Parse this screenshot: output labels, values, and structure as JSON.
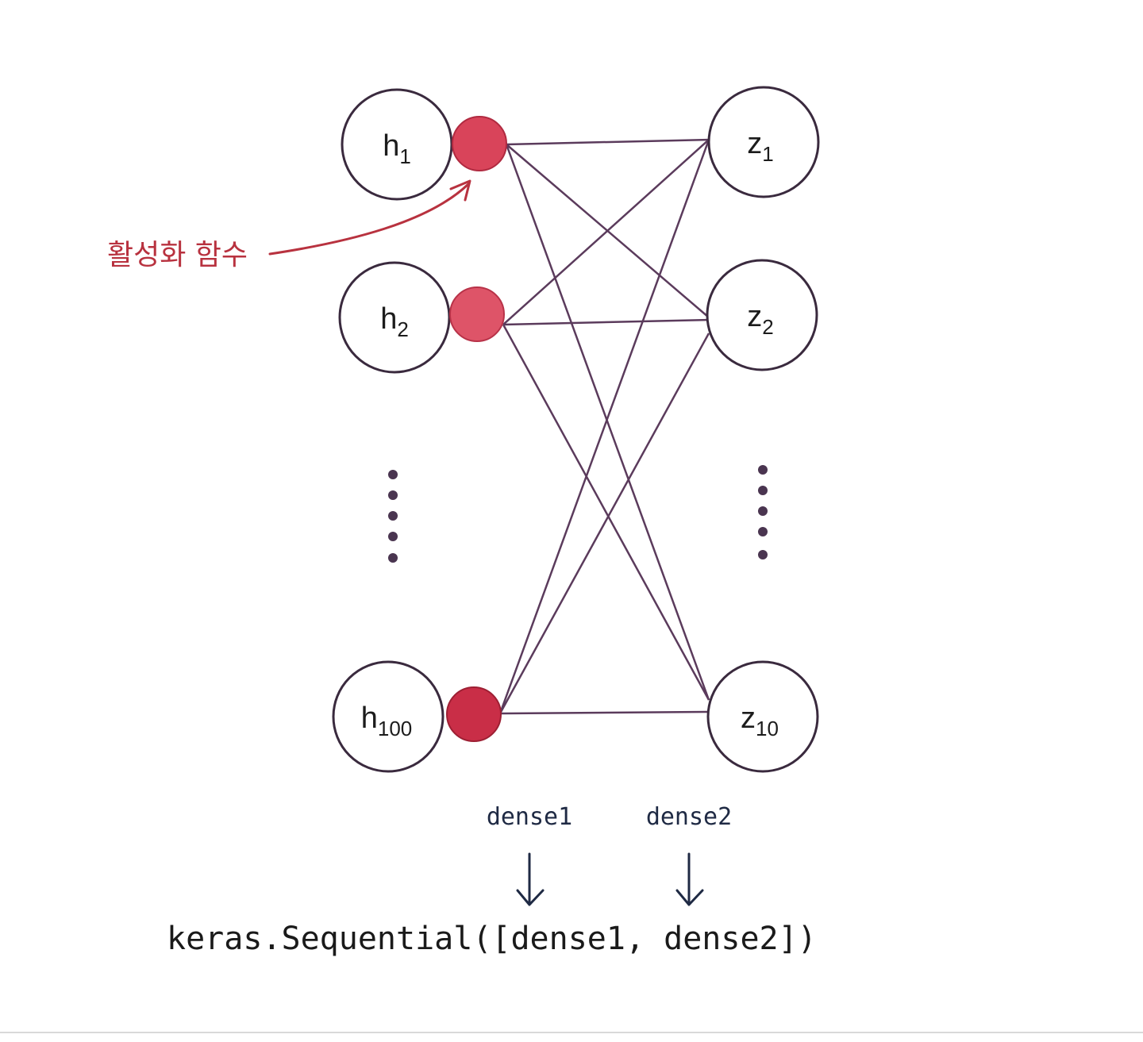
{
  "diagram": {
    "input_nodes": [
      {
        "base": "h",
        "sub": "1"
      },
      {
        "base": "h",
        "sub": "2"
      },
      {
        "base": "h",
        "sub": "100"
      }
    ],
    "output_nodes": [
      {
        "base": "z",
        "sub": "1"
      },
      {
        "base": "z",
        "sub": "2"
      },
      {
        "base": "z",
        "sub": "10"
      }
    ],
    "annotation": "활성화 함수",
    "layer_labels": [
      "dense1",
      "dense2"
    ],
    "code": "keras.Sequential([dense1, dense2])",
    "colors": {
      "node_stroke": "#3a2a3e",
      "activation_fill": "#d9445a",
      "edge": "#5b3b5c",
      "annotation": "#b8323f",
      "arrow": "#1f2a44"
    }
  }
}
